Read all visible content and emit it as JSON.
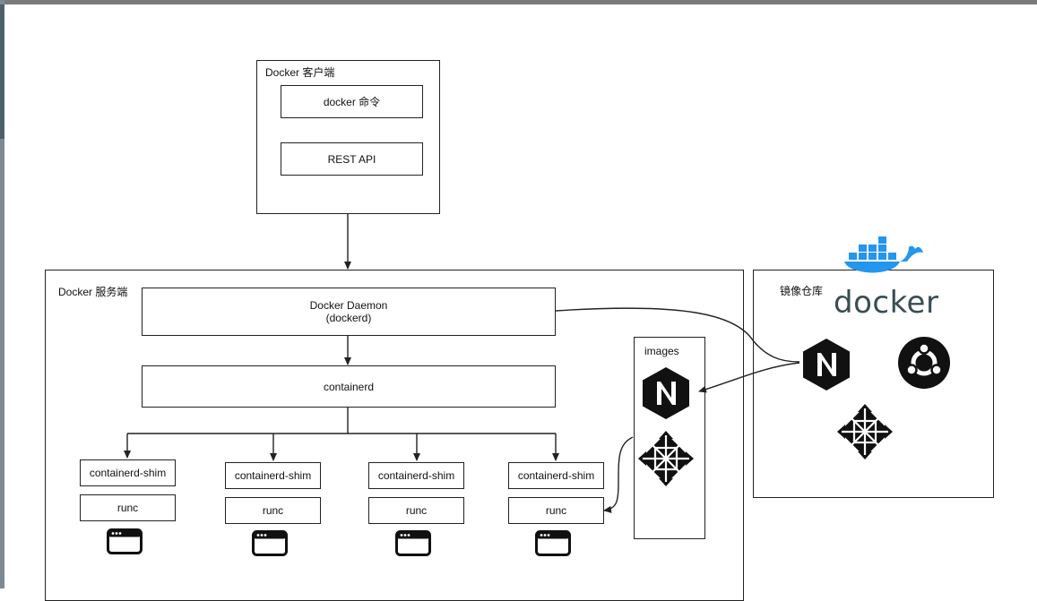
{
  "client": {
    "title": "Docker 客户端",
    "cmd_label": "docker 命令",
    "api_label": "REST API"
  },
  "server": {
    "title": "Docker 服务端",
    "daemon_line1": "Docker Daemon",
    "daemon_line2": "(dockerd)",
    "containerd_label": "containerd",
    "shims": [
      {
        "shim": "containerd-shim",
        "runc": "runc"
      },
      {
        "shim": "containerd-shim",
        "runc": "runc"
      },
      {
        "shim": "containerd-shim",
        "runc": "runc"
      },
      {
        "shim": "containerd-shim",
        "runc": "runc"
      }
    ],
    "images_title": "images"
  },
  "registry": {
    "title": "镜像仓库",
    "brand": "docker"
  },
  "icons": {
    "nginx": "nginx-icon",
    "ubuntu": "ubuntu-icon",
    "centos": "centos-icon",
    "container": "container-window-icon",
    "whale": "docker-whale-icon"
  },
  "colors": {
    "docker_blue": "#2496ed",
    "docker_text": "#394d54",
    "line": "#222222"
  }
}
